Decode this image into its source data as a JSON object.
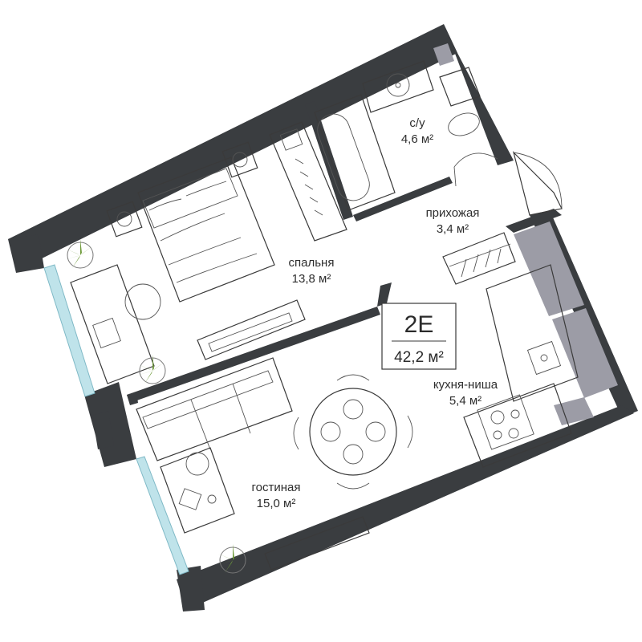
{
  "apartment": {
    "code": "2E",
    "total_area": "42,2 м²"
  },
  "rooms": {
    "bathroom": {
      "name": "с/у",
      "area": "4,6 м²"
    },
    "hallway": {
      "name": "прихожая",
      "area": "3,4 м²"
    },
    "bedroom": {
      "name": "спальня",
      "area": "13,8 м²"
    },
    "kitchen": {
      "name": "кухня-ниша",
      "area": "5,4 м²"
    },
    "living": {
      "name": "гостиная",
      "area": "15,0 м²"
    }
  },
  "colors": {
    "wall": "#3a3d40",
    "window": "#bfe3ea",
    "wardrobe_panel": "#9c9ca6",
    "plant": "#6e9a3a"
  }
}
